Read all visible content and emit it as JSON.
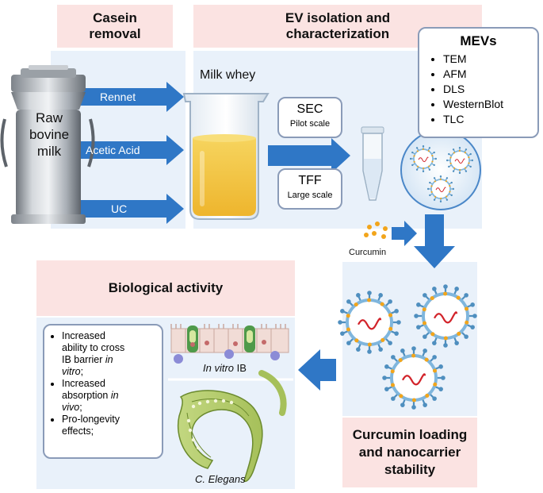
{
  "casein": {
    "header_line1": "Casein",
    "header_line2": "removal",
    "raw_milk_line1": "Raw",
    "raw_milk_line2": "bovine",
    "raw_milk_line3": "milk",
    "methods": [
      "Rennet",
      "Acetic Acid",
      "UC"
    ]
  },
  "ev": {
    "header_line1": "EV isolation and",
    "header_line2": "characterization",
    "milk_whey": "Milk whey",
    "sec_title": "SEC",
    "sec_scale": "Pilot scale",
    "tff_title": "TFF",
    "tff_scale": "Large scale"
  },
  "mevs": {
    "title": "MEVs",
    "items": [
      "TEM",
      "AFM",
      "DLS",
      "WesternBlot",
      "TLC"
    ]
  },
  "curcumin": {
    "label": "Curcumin",
    "loading_line1": "Curcumin loading",
    "loading_line2": "and nanocarrier",
    "loading_line3": "stability"
  },
  "bio": {
    "header": "Biological activity",
    "effects_line1a": "Increased",
    "effects_line1b": "ability to cross",
    "effects_line1c": "IB barrier ",
    "effects_line1d_italic": "in",
    "effects_line1e_italic": "vitro",
    "effects_line1f": ";",
    "effects_line2a": "Increased",
    "effects_line2b": "absorption ",
    "effects_line2c_italic": "in",
    "effects_line2d_italic": "vivo",
    "effects_line2e": ";",
    "effects_line3a": "Pro-longevity",
    "effects_line3b": "effects;",
    "invitro_italic": "In vitro",
    "invitro_ib": " IB",
    "celegans": "C. Elegans"
  },
  "colors": {
    "arrow_blue": "#2f77c6",
    "header_pink": "#fbe3e2",
    "pane_blue": "#e9f1fa",
    "whey_yellow": "#f3c640",
    "curcumin_orange": "#f2a51b",
    "rna_red": "#d2232a"
  }
}
